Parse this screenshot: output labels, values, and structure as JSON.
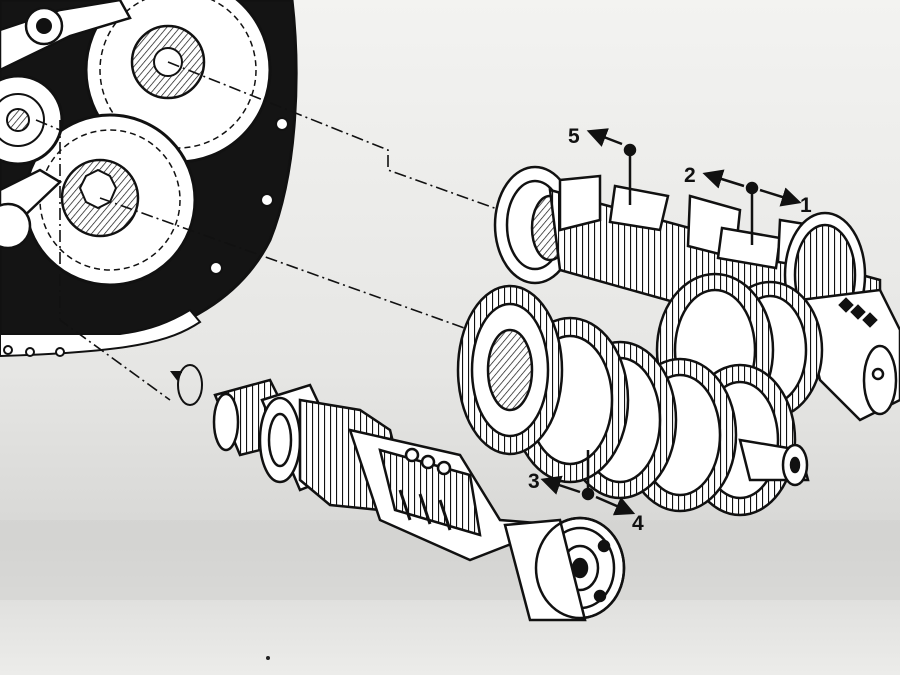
{
  "labels": {
    "gear_1": "1",
    "gear_2": "2",
    "gear_3": "3",
    "gear_4": "4",
    "gear_5": "5"
  },
  "colors": {
    "ink": "#111111",
    "paper": "#eeeeec",
    "metal": "#ffffff",
    "shadow": "#c9c9c9"
  }
}
